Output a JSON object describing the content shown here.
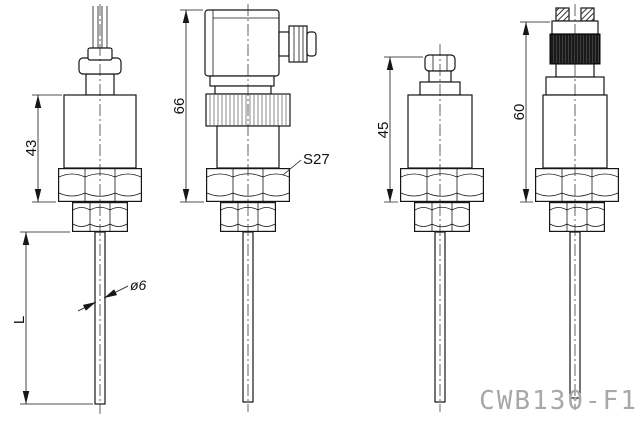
{
  "drawing": {
    "model": "CWB130-F1",
    "variants": [
      {
        "name": "cable-outlet",
        "height_label": "43",
        "length_label": "L",
        "diameter_label": "ø6"
      },
      {
        "name": "din-connector",
        "height_label": "66",
        "wrench_label": "S27"
      },
      {
        "name": "plug-connector",
        "height_label": "45"
      },
      {
        "name": "terminal-head",
        "height_label": "60"
      }
    ],
    "colors": {
      "line": "#161616",
      "model_text": "#a8a8a8",
      "background": "#ffffff"
    }
  }
}
